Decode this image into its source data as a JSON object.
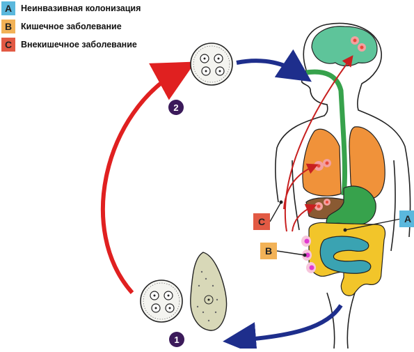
{
  "legend": {
    "items": [
      {
        "letter": "A",
        "label": "Неинвазивная колонизация",
        "color": "#5bb8dd"
      },
      {
        "letter": "B",
        "label": "Кишечное заболевание",
        "color": "#f2b257"
      },
      {
        "letter": "C",
        "label": "Внекишечное заболевание",
        "color": "#e25a44"
      }
    ]
  },
  "callouts": {
    "a": "A",
    "b": "B",
    "c": "C"
  },
  "steps": {
    "one": "1",
    "two": "2"
  },
  "colors": {
    "arrow_red": "#e02020",
    "arrow_blue": "#1e2e8c",
    "brain": "#5ec49a",
    "lungs": "#f0923a",
    "liver": "#8a5a32",
    "stomach": "#37a24c",
    "small_intestine": "#3aa3b2",
    "large_intestine": "#f2c52a",
    "lesion": "#e8483a",
    "amoeba": "#d8d8b8",
    "step_circle": "#3b1a5a"
  }
}
